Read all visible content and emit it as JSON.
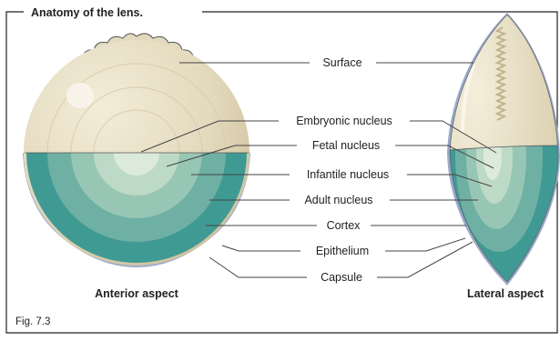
{
  "figure": {
    "title": "Anatomy of the lens.",
    "fig_label": "Fig. 7.3"
  },
  "labels": {
    "surface": "Surface",
    "embryonic_nucleus": "Embryonic nucleus",
    "fetal_nucleus": "Fetal nucleus",
    "infantile_nucleus": "Infantile nucleus",
    "adult_nucleus": "Adult nucleus",
    "cortex": "Cortex",
    "epithelium": "Epithelium",
    "capsule": "Capsule"
  },
  "captions": {
    "anterior": "Anterior aspect",
    "lateral": "Lateral aspect"
  },
  "colors": {
    "frame": "#222222",
    "surface_beige": "#e3d9bd",
    "surface_shade": "#cbbf9c",
    "cortex_teal": "#3f9a93",
    "adult_teal": "#6fb0a4",
    "infantile": "#98c6b4",
    "fetal": "#bddac6",
    "embryonic": "#dcebd9",
    "capsule_blue": "#9aa9cc",
    "leader_line": "#444444"
  }
}
